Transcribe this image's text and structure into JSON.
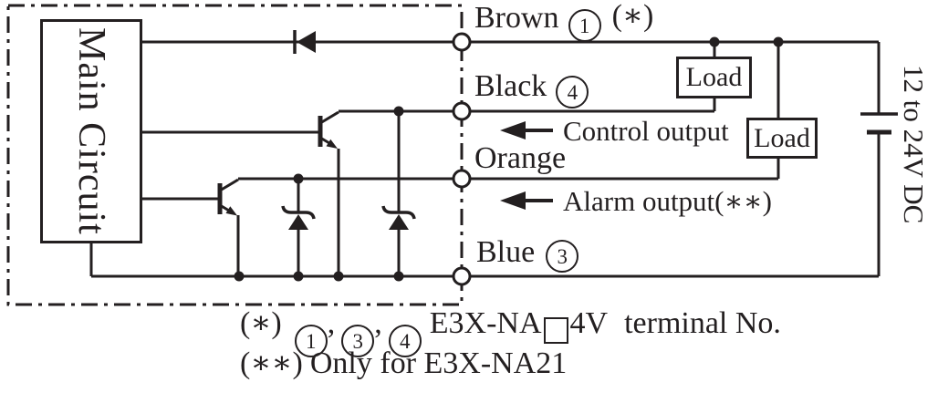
{
  "colors": {
    "ink": "#231f20",
    "paper": "#ffffff"
  },
  "enclosure": {
    "main_circuit_label": "Main Circuit"
  },
  "wires": {
    "brown": {
      "name": "Brown",
      "terminal_no": "1",
      "note_mark": "(∗)"
    },
    "black": {
      "name": "Black",
      "terminal_no": "4"
    },
    "orange": {
      "name": "Orange"
    },
    "blue": {
      "name": "Blue",
      "terminal_no": "3"
    }
  },
  "outputs": {
    "control": {
      "label": "Control output"
    },
    "alarm": {
      "label": "Alarm output(∗∗)"
    }
  },
  "loads": {
    "load_top": {
      "label": "Load"
    },
    "load_bottom": {
      "label": "Load"
    }
  },
  "power_supply": {
    "label": "12 to 24V DC"
  },
  "notes": {
    "line1": {
      "mark": "(∗)",
      "terminal_a": "1",
      "terminal_b": "3",
      "terminal_c": "4",
      "comma": ",",
      "model_prefix": "E3X-NA",
      "model_suffix": "4V",
      "text": "terminal No."
    },
    "line2": {
      "mark": "(∗∗)",
      "text": "Only for E3X-NA21"
    }
  }
}
